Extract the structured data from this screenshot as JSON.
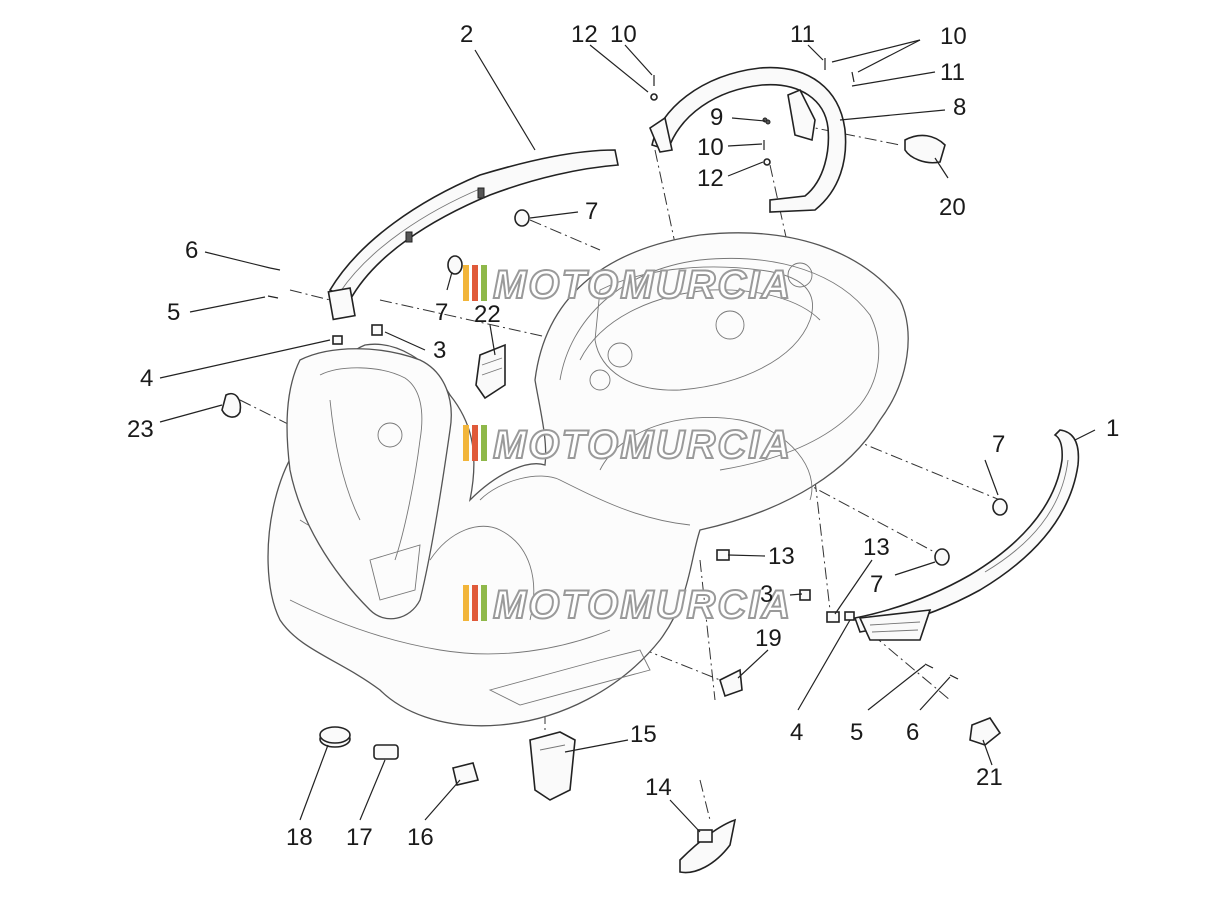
{
  "watermark": {
    "text": "MOTOMURCIA",
    "colors": [
      "#f2b53a",
      "#e05a3a",
      "#8fb84a"
    ]
  },
  "callouts": [
    {
      "id": "c1",
      "label": "1"
    },
    {
      "id": "c2",
      "label": "2"
    },
    {
      "id": "c3a",
      "label": "3"
    },
    {
      "id": "c3b",
      "label": "3"
    },
    {
      "id": "c4a",
      "label": "4"
    },
    {
      "id": "c4b",
      "label": "4"
    },
    {
      "id": "c5a",
      "label": "5"
    },
    {
      "id": "c5b",
      "label": "5"
    },
    {
      "id": "c6a",
      "label": "6"
    },
    {
      "id": "c6b",
      "label": "6"
    },
    {
      "id": "c7a",
      "label": "7"
    },
    {
      "id": "c7b",
      "label": "7"
    },
    {
      "id": "c7c",
      "label": "7"
    },
    {
      "id": "c7d",
      "label": "7"
    },
    {
      "id": "c8",
      "label": "8"
    },
    {
      "id": "c9",
      "label": "9"
    },
    {
      "id": "c10a",
      "label": "10"
    },
    {
      "id": "c10b",
      "label": "10"
    },
    {
      "id": "c10c",
      "label": "10"
    },
    {
      "id": "c11a",
      "label": "11"
    },
    {
      "id": "c11b",
      "label": "11"
    },
    {
      "id": "c12a",
      "label": "12"
    },
    {
      "id": "c12b",
      "label": "12"
    },
    {
      "id": "c13a",
      "label": "13"
    },
    {
      "id": "c13b",
      "label": "13"
    },
    {
      "id": "c14",
      "label": "14"
    },
    {
      "id": "c15",
      "label": "15"
    },
    {
      "id": "c16",
      "label": "16"
    },
    {
      "id": "c17",
      "label": "17"
    },
    {
      "id": "c18",
      "label": "18"
    },
    {
      "id": "c19",
      "label": "19"
    },
    {
      "id": "c20",
      "label": "20"
    },
    {
      "id": "c21",
      "label": "21"
    },
    {
      "id": "c22",
      "label": "22"
    },
    {
      "id": "c23",
      "label": "23"
    }
  ]
}
